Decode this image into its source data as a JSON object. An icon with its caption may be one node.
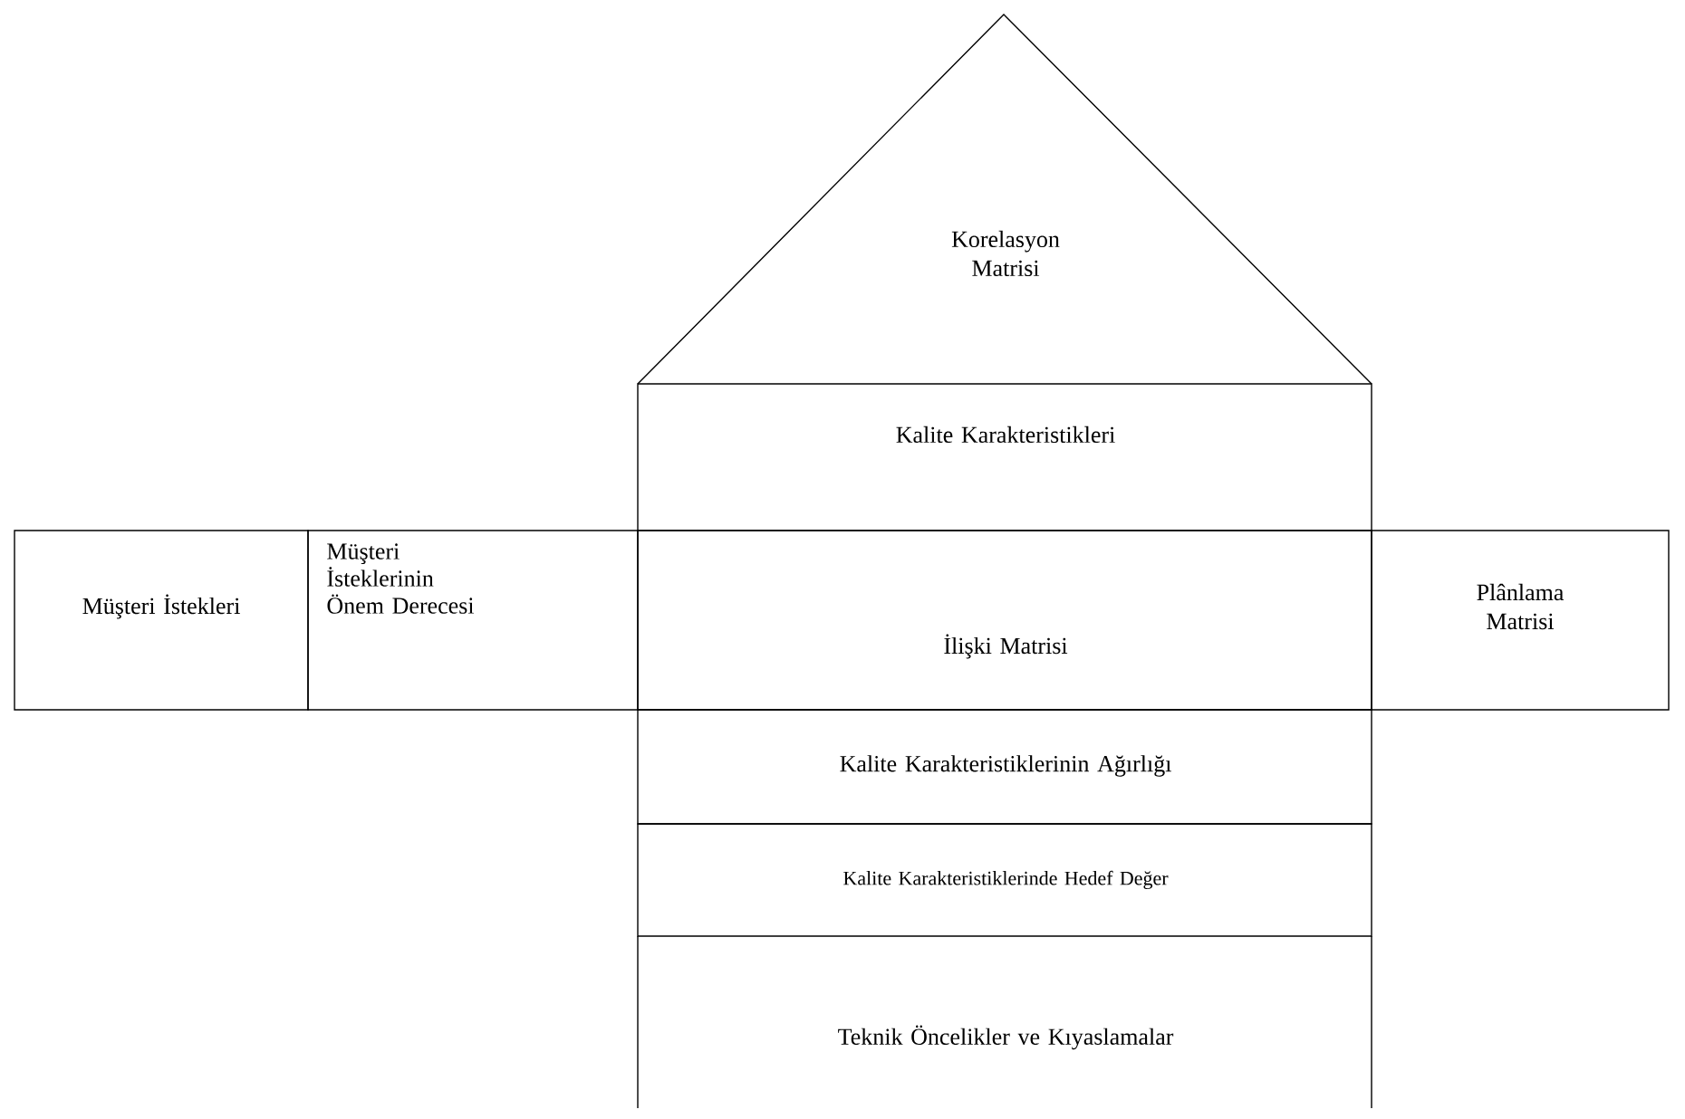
{
  "diagram": {
    "nodes": [
      {
        "text": [
          "Korelasyon Matrisi"
        ]
      },
      {
        "text": [
          "Kalite Karakteristikleri"
        ]
      },
      {
        "text": [
          "Müşteri İstekleri"
        ]
      },
      {
        "text": [
          "Müşteri İsteklerinin Önem Derecesi"
        ]
      },
      {
        "text": [
          "İlişki Matrisi"
        ]
      },
      {
        "text": [
          "Plânlama Matrisi"
        ]
      },
      {
        "text": [
          "Kalite Karakteristiklerinin Ağırlığı"
        ]
      },
      {
        "text": [
          "Kalite Karakteristiklerinde Hedef Değer"
        ]
      },
      {
        "text": [
          "Teknik Öncelikler ve Kıyaslamalar"
        ]
      }
    ]
  }
}
